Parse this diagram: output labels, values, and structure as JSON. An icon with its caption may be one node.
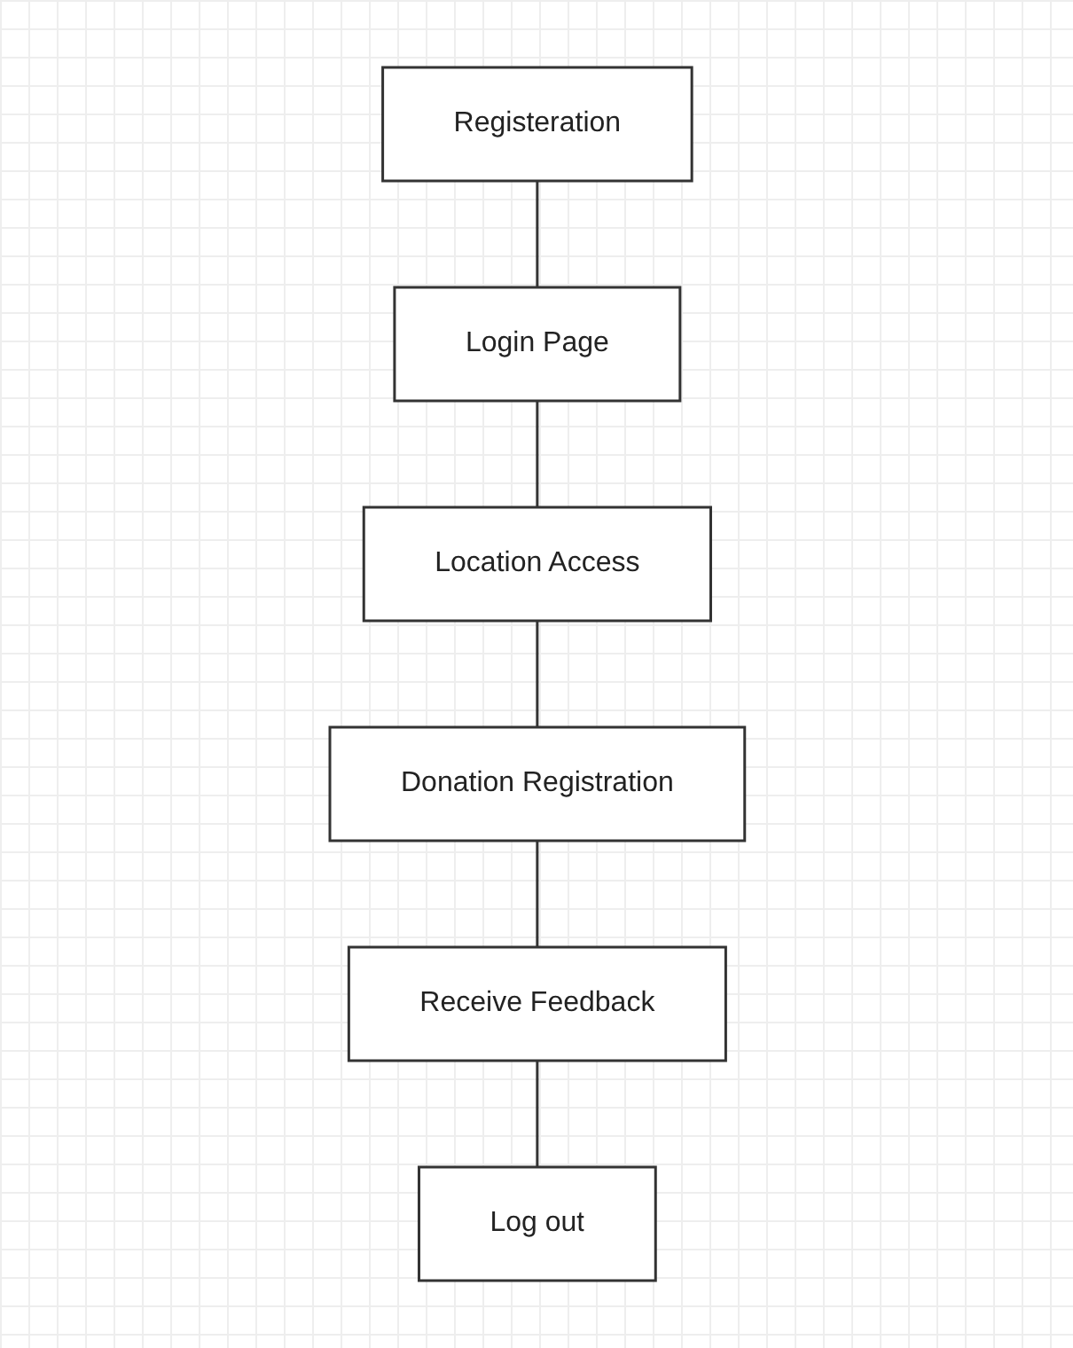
{
  "diagram": {
    "nodes": [
      {
        "text": [
          "Registeration"
        ]
      },
      {
        "text": [
          "Login Page"
        ]
      },
      {
        "text": [
          "Location Access"
        ]
      },
      {
        "text": [
          "Donation Registration"
        ]
      },
      {
        "text": [
          "Receive Feedback"
        ]
      },
      {
        "text": [
          "Log out"
        ]
      }
    ],
    "edges": [
      {
        "from": 0,
        "to": 1,
        "arrow": "none"
      },
      {
        "from": 1,
        "to": 2,
        "arrow": "none"
      },
      {
        "from": 2,
        "to": 3,
        "arrow": "none"
      },
      {
        "from": 3,
        "to": 4,
        "arrow": "none"
      },
      {
        "from": 4,
        "to": 5,
        "arrow": "none"
      }
    ]
  }
}
